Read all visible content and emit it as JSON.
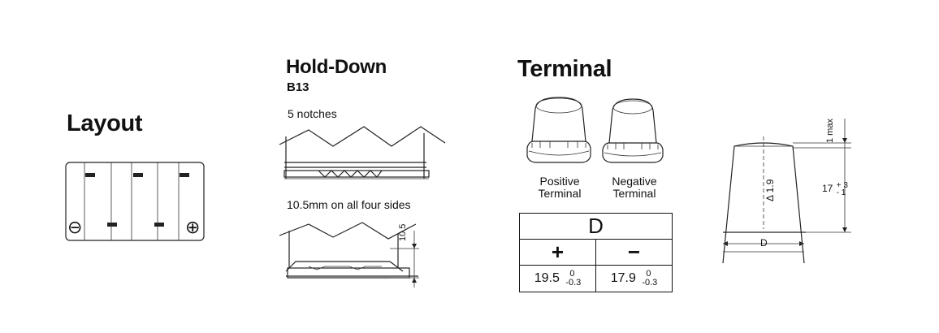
{
  "layout": {
    "title": "Layout",
    "neg_symbol": "⊖",
    "pos_symbol": "⊕"
  },
  "holddown": {
    "title": "Hold-Down",
    "code": "B13",
    "notches_label": "5 notches",
    "sides_label": "10.5mm on all four sides",
    "dim_value": "10.5"
  },
  "terminal": {
    "title": "Terminal",
    "positive_label_1": "Positive",
    "positive_label_2": "Terminal",
    "negative_label_1": "Negative",
    "negative_label_2": "Terminal",
    "table": {
      "header": "D",
      "plus": "+",
      "minus": "−",
      "pos_value": "19.5",
      "pos_tol_upper": "0",
      "pos_tol_lower": "-0.3",
      "neg_value": "17.9",
      "neg_tol_upper": "0",
      "neg_tol_lower": "-0.3"
    }
  },
  "profile": {
    "top_dim": "1 max",
    "height_dim": "17",
    "height_tol_upper": "+ 3",
    "height_tol_lower": "- 1",
    "taper_dim": "Δ 1.9",
    "base_dim": "D"
  }
}
